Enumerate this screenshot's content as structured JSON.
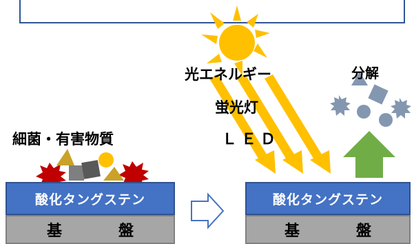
{
  "left_panel": {
    "contaminant_label": "細菌・有害物質",
    "coating_label": "酸化タングステン",
    "substrate_label": "基　盤"
  },
  "right_panel": {
    "coating_label": "酸化タングステン",
    "substrate_label": "基　盤",
    "decomposition_label": "分解"
  },
  "light_sources": {
    "line1": "光エネルギー",
    "line2": "蛍光灯",
    "line3": "ＬＥＤ"
  },
  "colors": {
    "coating": "#4472c4",
    "substrate": "#a6a6a6",
    "sun": "#ffc000",
    "up_arrow": "#70ad47",
    "particles": "#8497b0",
    "contaminant_red": "#c00000"
  }
}
